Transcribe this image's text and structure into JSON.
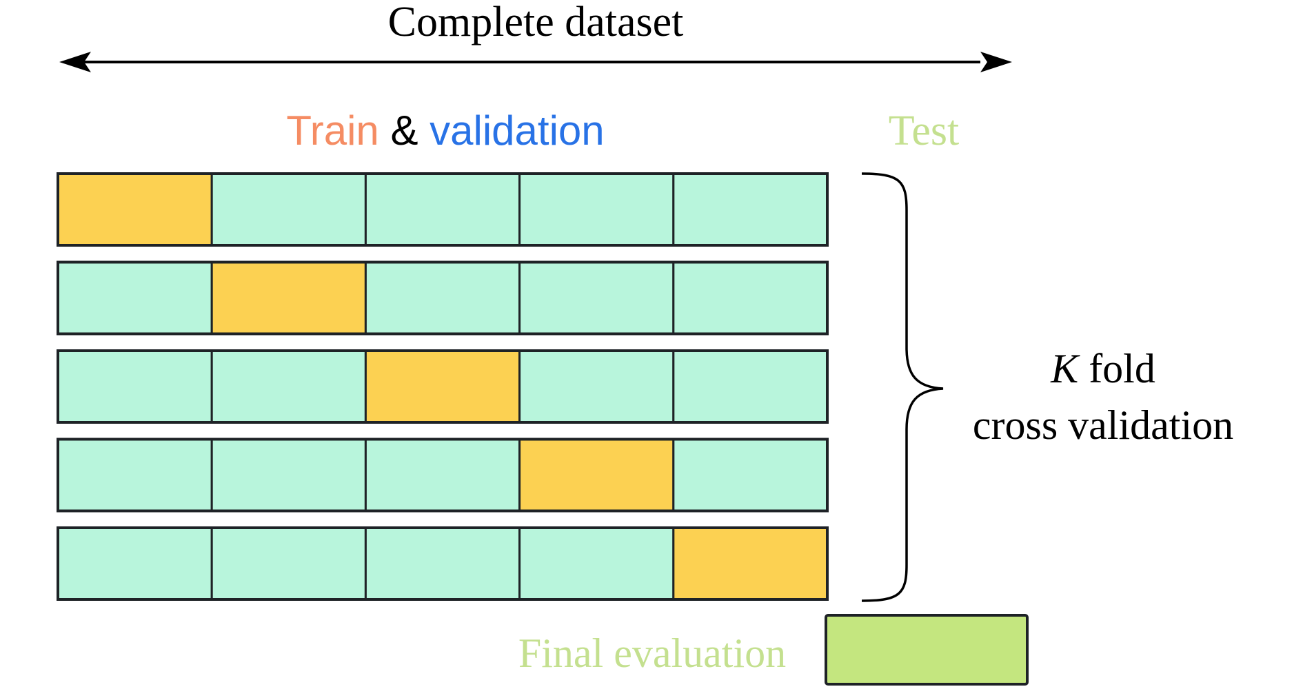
{
  "title": "Complete dataset",
  "header": {
    "train_label": "Train",
    "amp_label": " & ",
    "validation_label": "validation",
    "test_label": "Test"
  },
  "kfold": {
    "k_letter": "K",
    "fold_word": " fold",
    "line2": "cross validation"
  },
  "final_label": "Final evaluation",
  "folds": 5,
  "parts_per_fold": 5,
  "colors": {
    "train": "#b8f5dc",
    "validation_fold": "#fcd152",
    "test": "#c4e67f",
    "train_text": "#f58c63",
    "validation_text": "#2872e6",
    "test_text": "#c4e08f",
    "final_text": "#c4e08f",
    "stroke": "#1e2226"
  }
}
